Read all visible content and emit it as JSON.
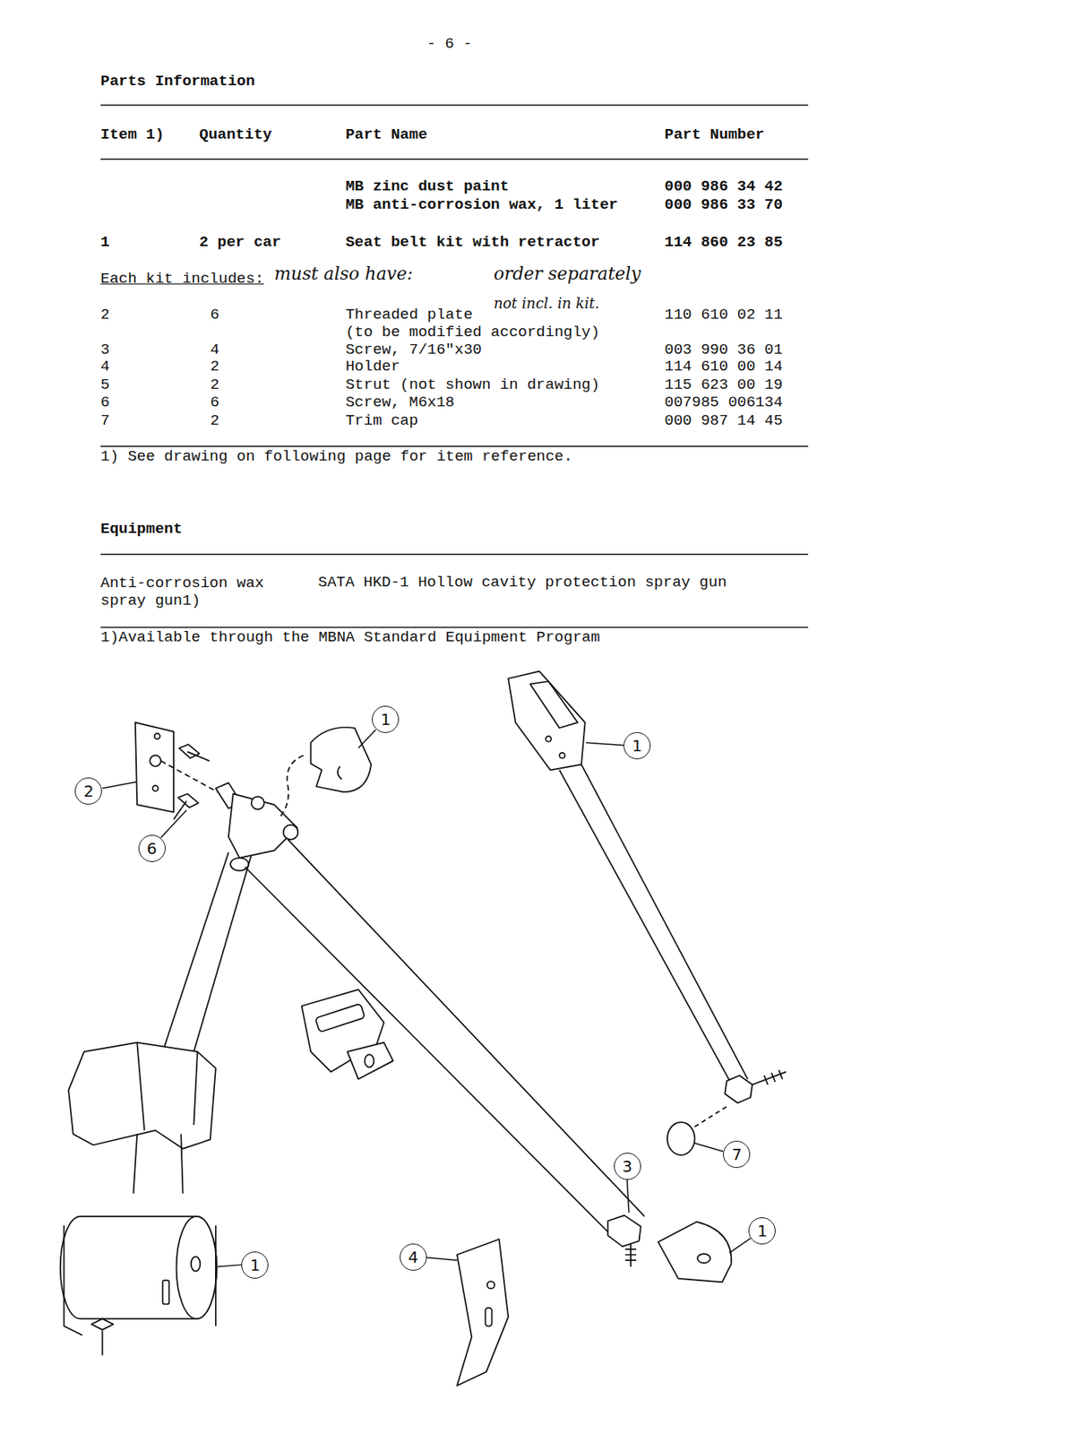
{
  "diagram": {
    "title": "Parts Information",
    "nodes": [
      {
        "text": [
          "1"
        ]
      },
      {
        "text": [
          "1"
        ]
      },
      {
        "text": [
          "2"
        ]
      },
      {
        "text": [
          "6"
        ]
      },
      {
        "text": [
          "7"
        ]
      },
      {
        "text": [
          "3"
        ]
      },
      {
        "text": [
          "1"
        ]
      },
      {
        "text": [
          "4"
        ]
      },
      {
        "text": [
          "1"
        ]
      }
    ],
    "labels": [
      "- 6 -",
      "Item 1)",
      "Quantity",
      "Part Name",
      "Part Number",
      "MB zinc dust paint",
      "000 986 34 42",
      "MB anti-corrosion wax, 1 liter",
      "000 986 33 70",
      "1",
      "2 per car",
      "Seat belt kit with retractor",
      "114 860 23 85",
      "Each kit includes:",
      "must also have:",
      "order separately",
      "not incl. in kit.",
      "2",
      "6",
      "Threaded plate",
      "(to be modified accordingly)",
      "110 610 02 11",
      "3",
      "4",
      "Screw, 7/16\"x30",
      "003 990 36 01",
      "4",
      "2",
      "Holder",
      "114 610 00 14",
      "5",
      "2",
      "Strut (not shown in drawing)",
      "115 623 00 19",
      "6",
      "6",
      "Screw, M6x18",
      "007985 006134",
      "7",
      "2",
      "Trim cap",
      "000 987 14 45",
      "1) See drawing on following page for item reference.",
      "Equipment",
      "Anti-corrosion wax spray gun1)",
      "SATA HKD-1 Hollow cavity protection spray gun",
      "1)Available through the MBNA Standard Equipment Program"
    ]
  }
}
